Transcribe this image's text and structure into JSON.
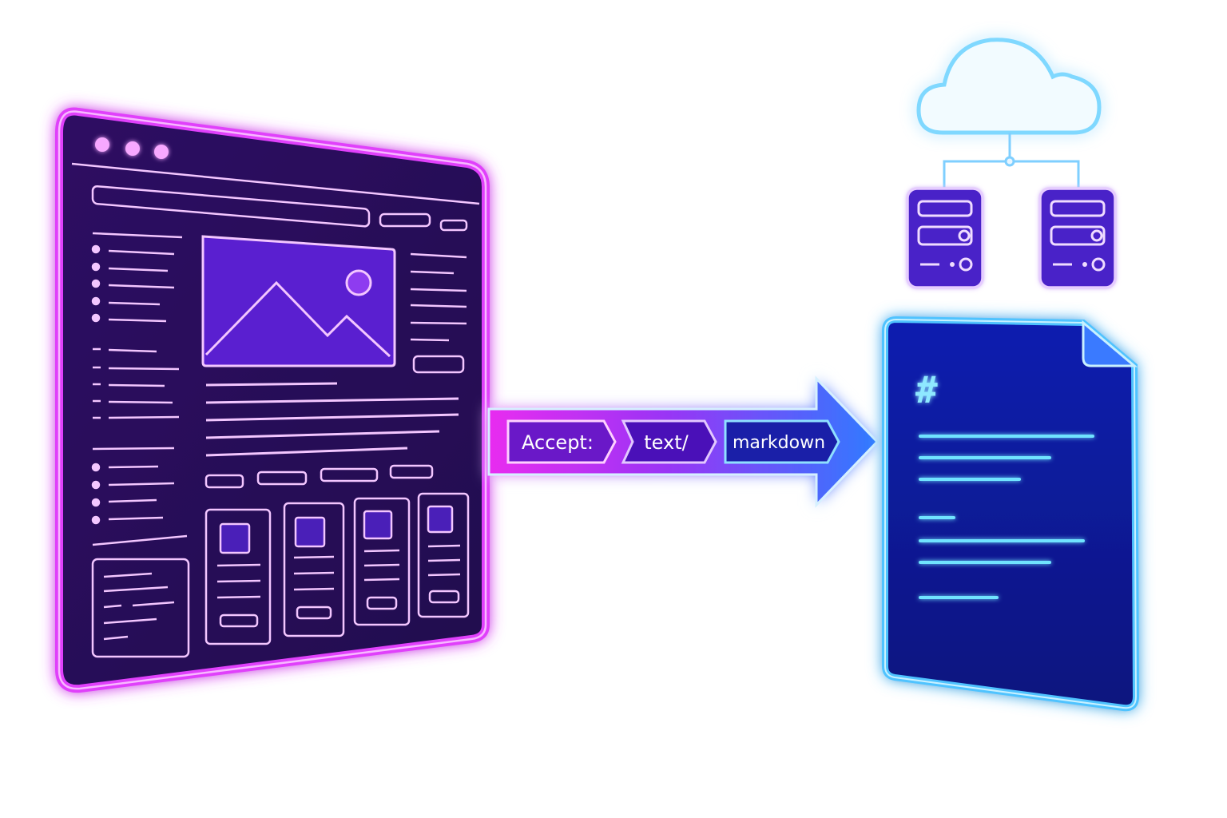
{
  "header_arrow": {
    "segments": [
      {
        "label": "Accept:"
      },
      {
        "label": "text/"
      },
      {
        "label": "markdown"
      }
    ]
  },
  "markdown_doc": {
    "heading_marker": "#"
  },
  "colors": {
    "browser_glow": "#e040fb",
    "browser_fill": "#2a0a5e",
    "browser_line": "#f3c6ff",
    "image_fill": "#5a1fd0",
    "arrow_start": "#e92cf0",
    "arrow_end": "#2f7bff",
    "doc_glow": "#4fc3ff",
    "doc_fill": "#0b1a9a",
    "doc_line": "#6fe3ff",
    "cloud_glow": "#7fd8ff",
    "server_fill": "#4a20c8",
    "server_line": "#e6ccff"
  },
  "icons": {
    "browser_image": "image-placeholder-icon",
    "cloud": "cloud-icon",
    "server": "server-icon",
    "document": "markdown-document-icon"
  }
}
